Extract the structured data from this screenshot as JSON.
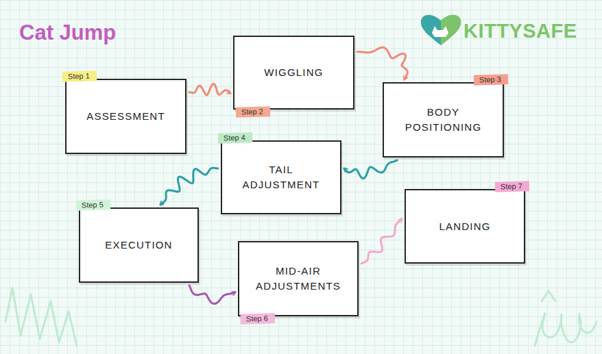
{
  "diagram": {
    "title": "Cat Jump",
    "nodes": [
      {
        "text": [
          "Step 1",
          "ASSESSMENT"
        ]
      },
      {
        "text": [
          "Step 2",
          "WIGGLING"
        ]
      },
      {
        "text": [
          "Step 3",
          "BODY POSITIONING"
        ]
      },
      {
        "text": [
          "Step 4",
          "TAIL ADJUSTMENT"
        ]
      },
      {
        "text": [
          "Step 5",
          "EXECUTION"
        ]
      },
      {
        "text": [
          "Step 6",
          "MID-AIR ADJUSTMENTS"
        ]
      },
      {
        "text": [
          "Step 7",
          "LANDING"
        ]
      }
    ],
    "edges": [
      {
        "from": 0,
        "to": 1,
        "arrow": "to"
      },
      {
        "from": 1,
        "to": 2,
        "arrow": "to"
      },
      {
        "from": 2,
        "to": 3,
        "arrow": "to"
      },
      {
        "from": 3,
        "to": 4,
        "arrow": "to"
      },
      {
        "from": 4,
        "to": 5,
        "arrow": "to"
      },
      {
        "from": 5,
        "to": 6,
        "arrow": "to"
      }
    ],
    "labels": [
      "KITTYSAFE"
    ]
  }
}
